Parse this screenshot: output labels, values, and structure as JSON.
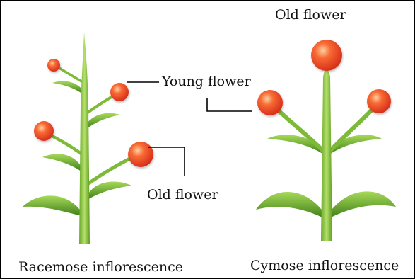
{
  "labels": {
    "young_flower": "Young flower",
    "old_flower_racemose": "Old flower",
    "old_flower_cymose": "Old flower",
    "racemose_caption": "Racemose inflorescence",
    "cymose_caption": "Cymose inflorescence"
  },
  "colors": {
    "flower_center": "#ffb27a",
    "flower_mid": "#f4592a",
    "flower_edge": "#d62e1a",
    "stem_light": "#a8d85c",
    "stem_dark": "#5e9a22",
    "leaf_light": "#9fd44e",
    "leaf_dark": "#3f7f18",
    "leader_line": "#000000",
    "frame_border": "#000000"
  }
}
